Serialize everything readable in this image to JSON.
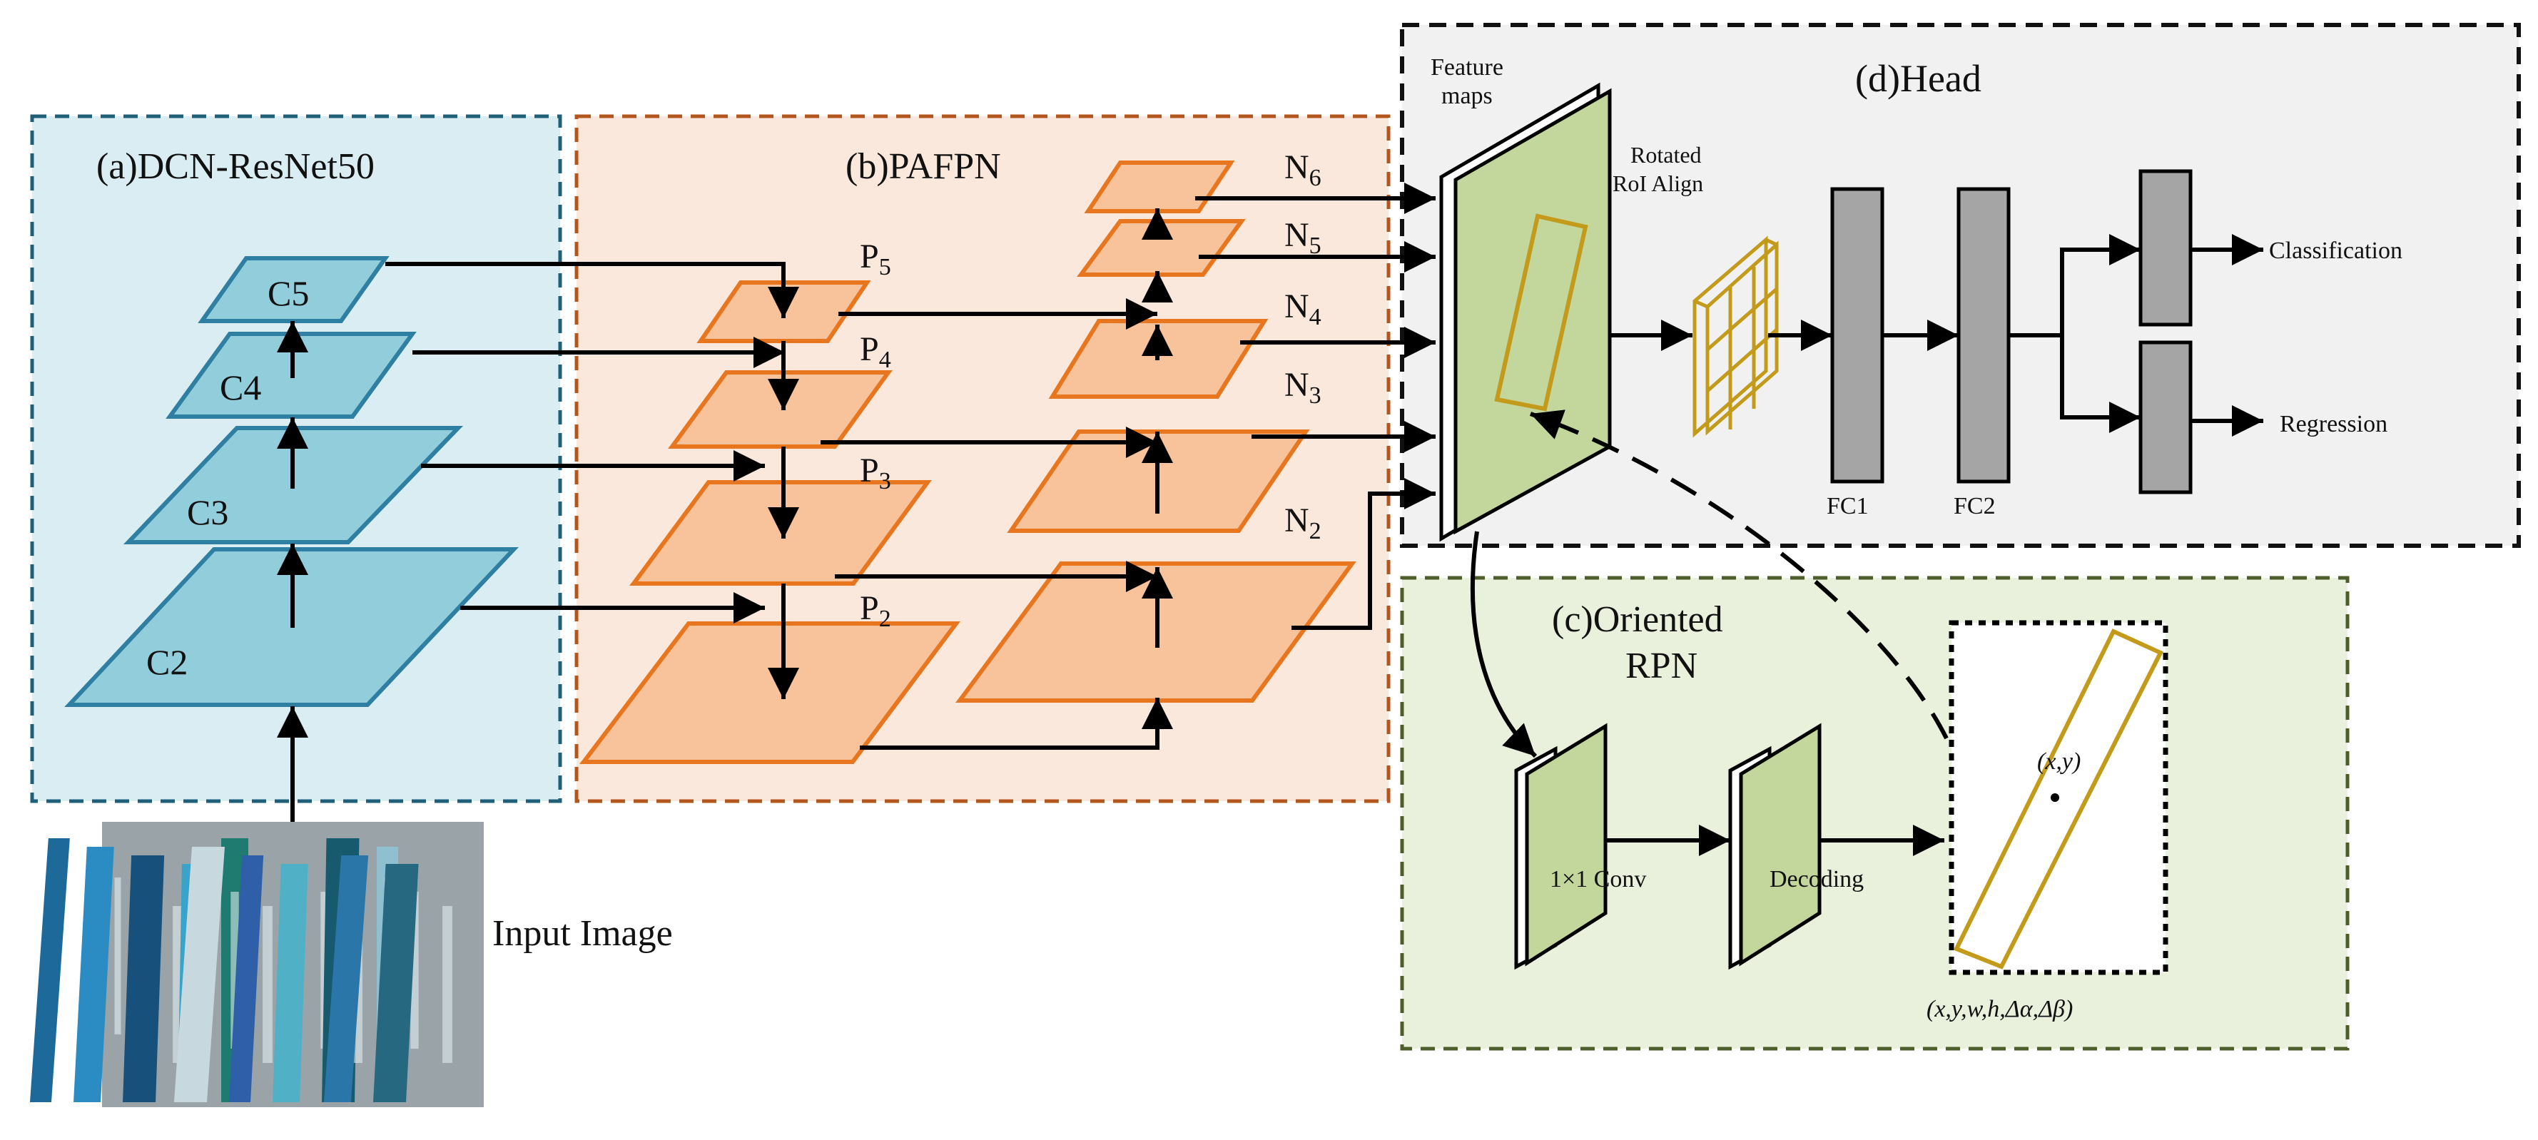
{
  "panels": {
    "backbone": {
      "title": "(a)DCN-ResNet50",
      "fill": "#daedf3",
      "border": "#1f5f78"
    },
    "fpn": {
      "title": "(b)PAFPN",
      "fill": "#fbe8dc",
      "border": "#b3561e"
    },
    "head": {
      "title": "(d)Head",
      "fill": "#f1f1f1",
      "border": "#111111"
    },
    "rpn": {
      "title_line1": "(c)Oriented",
      "title_line2": "RPN",
      "fill": "#e9f0dc",
      "border": "#4d5e2a"
    }
  },
  "backbone_layers": [
    {
      "label": "C5"
    },
    {
      "label": "C4"
    },
    {
      "label": "C3"
    },
    {
      "label": "C2"
    }
  ],
  "fpn_p_layers": [
    {
      "letter": "P",
      "sub": "5"
    },
    {
      "letter": "P",
      "sub": "4"
    },
    {
      "letter": "P",
      "sub": "3"
    },
    {
      "letter": "P",
      "sub": "2"
    }
  ],
  "fpn_n_layers": [
    {
      "letter": "N",
      "sub": "6"
    },
    {
      "letter": "N",
      "sub": "5"
    },
    {
      "letter": "N",
      "sub": "4"
    },
    {
      "letter": "N",
      "sub": "3"
    },
    {
      "letter": "N",
      "sub": "2"
    }
  ],
  "input": {
    "label": "Input Image",
    "book_colors": [
      "#1d6a9a",
      "#2b8cc4",
      "#17507a",
      "#3aa3c9",
      "#1f7b6f",
      "#c7d8df",
      "#2e5fa8",
      "#4fb0c6",
      "#175a6e",
      "#8fc0d0",
      "#2a76a8",
      "#26687f"
    ]
  },
  "head": {
    "feature_maps_line1": "Feature",
    "feature_maps_line2": "maps",
    "roi_align_line1": "Rotated",
    "roi_align_line2": "RoI Align",
    "fc1": "FC1",
    "fc2": "FC2",
    "classification": "Classification",
    "regression": "Regression"
  },
  "rpn": {
    "conv_label": "1×1 Conv",
    "decoding_label": "Decoding",
    "center_label": "(x,y)",
    "params_label": "(x,y,w,h,Δα,Δβ)"
  },
  "colors": {
    "blue_layer": "#92cddc",
    "blue_edge": "#2e7fa1",
    "orange_layer": "#f8c29b",
    "orange_edge": "#e8761f",
    "green_map": "#c3d69b",
    "gold": "#c39a1a",
    "gray_fc": "#a5a5a5"
  }
}
